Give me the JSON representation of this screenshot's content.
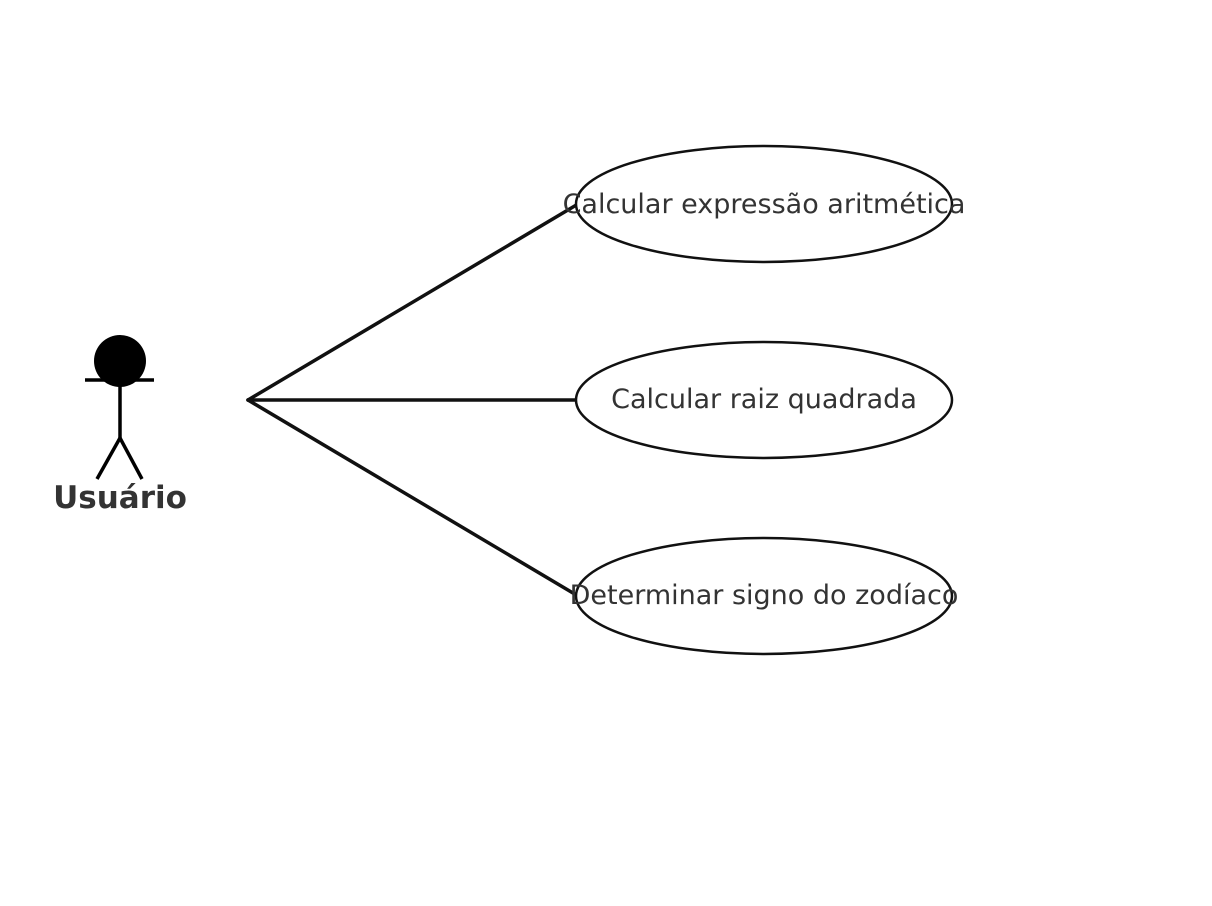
{
  "diagram": {
    "actor": {
      "name": "Usuário"
    },
    "use_cases": [
      {
        "label": "Calcular expressão aritmética"
      },
      {
        "label": "Calcular raiz quadrada"
      },
      {
        "label": "Determinar signo do zodíaco"
      }
    ],
    "colors": {
      "stroke": "#111111",
      "text": "#333333",
      "background": "#ffffff"
    }
  }
}
